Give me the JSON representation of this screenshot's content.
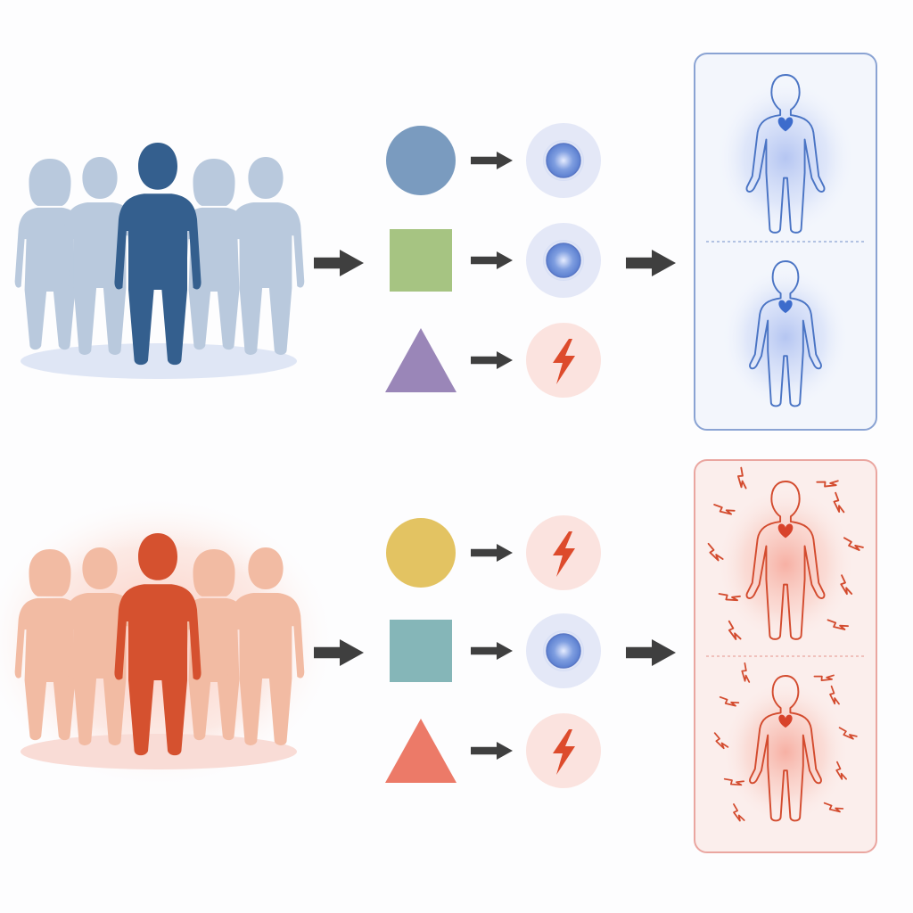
{
  "colors": {
    "background": "#fdfdfe",
    "blue_group_faded": "#b9c9dd",
    "blue_group_main": "#345f8e",
    "blue_ground": "#dfe6f5",
    "red_group_faded": "#f2bba3",
    "red_group_main": "#d5512f",
    "red_glow": "#fbd3c8",
    "red_ground": "#f9dcd6",
    "arrow": "#3f3f3f",
    "calm_badge_bg": "#e4e8f7",
    "calm_badge_core": "#6f8fd8",
    "alert_badge_bg": "#fbe3df",
    "alert_bolt": "#dd4b2c",
    "blue_panel_border": "#8aa3d3",
    "blue_panel_fill": "#f3f6fc",
    "blue_body_stroke": "#4a74c4",
    "blue_heart": "#3d6ccc",
    "red_panel_border": "#eaa6a0",
    "red_panel_fill": "#fbeeec",
    "red_body_stroke": "#d34b2e",
    "red_heart": "#d8432b"
  },
  "rows": [
    {
      "id": "blue",
      "group": {
        "people_count": 5,
        "highlighted_index": 2
      },
      "stimuli": [
        {
          "shape": "circle",
          "color": "#7a9bbf",
          "response": "calm"
        },
        {
          "shape": "square",
          "color": "#a6c482",
          "response": "calm"
        },
        {
          "shape": "triangle",
          "color": "#9a86b8",
          "response": "alert"
        }
      ],
      "panel": {
        "theme": "blue",
        "bodies": 2,
        "agitated": false
      }
    },
    {
      "id": "red",
      "group": {
        "people_count": 5,
        "highlighted_index": 2
      },
      "stimuli": [
        {
          "shape": "circle",
          "color": "#e3c362",
          "response": "alert"
        },
        {
          "shape": "square",
          "color": "#85b6b8",
          "response": "calm"
        },
        {
          "shape": "triangle",
          "color": "#ec7a68",
          "response": "alert"
        }
      ],
      "panel": {
        "theme": "red",
        "bodies": 2,
        "agitated": true
      }
    }
  ],
  "icons": {
    "arrow": "right-arrow-icon",
    "calm": "calm-orb-icon",
    "alert": "lightning-bolt-icon",
    "heart": "heart-icon",
    "person": "person-silhouette-icon"
  }
}
